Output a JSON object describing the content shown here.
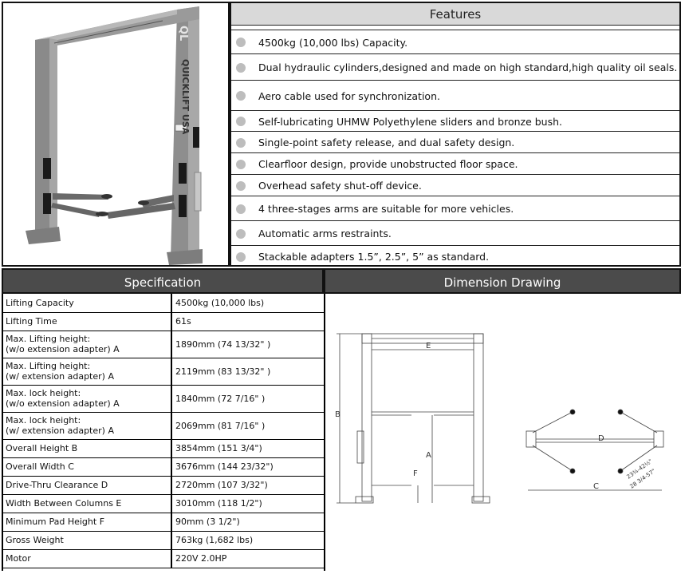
{
  "features": {
    "title": "Features",
    "items": [
      "4500kg (10,000 lbs) Capacity.",
      "Dual hydraulic cylinders,designed and made on high standard,high quality oil seals.",
      "Aero cable used for synchronization.",
      "Self-lubricating UHMW Polyethylene sliders and bronze bush.",
      "Single-point safety release, and dual safety design.",
      "Clearfloor design, provide unobstructed floor space.",
      "Overhead safety shut-off device.",
      "4 three-stages arms are suitable for more vehicles.",
      "Automatic arms restraints.",
      "Stackable adapters 1.5”, 2.5”, 5” as standard."
    ]
  },
  "product_photo": {
    "brand_text": "QUICKLIFT USA",
    "logo_text": "QL"
  },
  "specification": {
    "title": "Specification",
    "rows": [
      {
        "label": "Lifting Capacity",
        "value": "4500kg (10,000 lbs)"
      },
      {
        "label": "Lifting Time",
        "value": "61s"
      },
      {
        "label": "Max. Lifting height:\n(w/o extension adapter) A",
        "value": "1890mm (74 13/32\" )"
      },
      {
        "label": "Max. Lifting height:\n(w/ extension adapter)  A",
        "value": "2119mm (83 13/32\" )"
      },
      {
        "label": "Max. lock height:\n(w/o extension adapter) A",
        "value": "1840mm (72 7/16\" )"
      },
      {
        "label": "Max. lock height:\n(w/ extension adapter)  A",
        "value": "2069mm (81 7/16\" )"
      },
      {
        "label": "Overall Height  B",
        "value": "3854mm (151 3/4\")"
      },
      {
        "label": "Overall Width    C",
        "value": "3676mm (144 23/32\")"
      },
      {
        "label": "Drive-Thru Clearance D",
        "value": "2720mm (107 3/32\")"
      },
      {
        "label": "Width Between Columns  E",
        "value": "3010mm (118 1/2\")"
      },
      {
        "label": "Minimum Pad Height        F",
        "value": "90mm (3 1/2\")"
      },
      {
        "label": "Gross Weight",
        "value": "763kg (1,682 lbs)"
      },
      {
        "label": "Motor",
        "value": "220V 2.0HP"
      }
    ]
  },
  "dimension_drawing": {
    "title": "Dimension Drawing",
    "labels": {
      "a": "A",
      "b": "B",
      "c": "C",
      "d": "D",
      "e": "E",
      "f": "F",
      "arm_short": "23¾-42½\"",
      "arm_long": "28 3/4-57\""
    }
  }
}
